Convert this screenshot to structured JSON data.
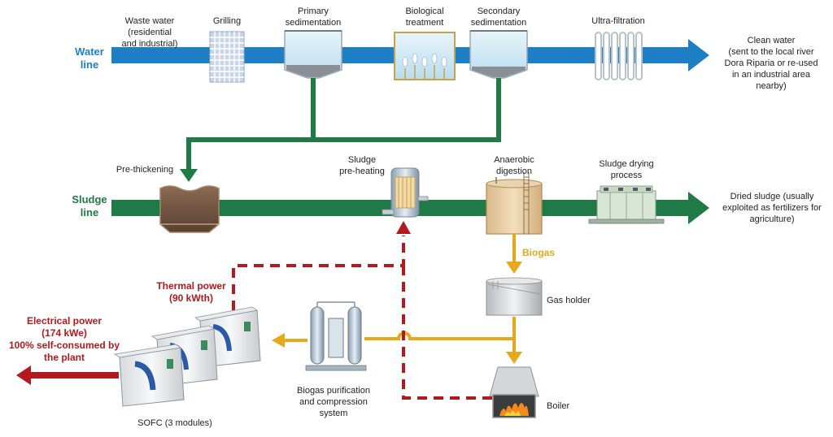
{
  "colors": {
    "water_line": "#1e7fc4",
    "sludge_line": "#1f7a45",
    "biogas": "#e8a81e",
    "thermal_electrical": "#b3191e"
  },
  "lines": {
    "water": "Water\nline",
    "sludge": "Sludge\nline"
  },
  "water_stages": {
    "waste_water": "Waste water\n(residential\nand industrial)",
    "grilling": "Grilling",
    "primary": "Primary\nsedimentation",
    "biological": "Biological\ntreatment",
    "secondary": "Secondary\nsedimentation",
    "ultra": "Ultra-filtration",
    "clean_water": "Clean water\n(sent to the local river\nDora Riparia or re-used\nin an industrial area\nnearby)"
  },
  "sludge_stages": {
    "pre_thickening": "Pre-thickening",
    "pre_heating": "Sludge\npre-heating",
    "anaerobic": "Anaerobic\ndigestion",
    "drying": "Sludge drying\nprocess",
    "dried": "Dried sludge (usually\nexploited as fertilizers for\nagriculture)"
  },
  "biogas_section": {
    "biogas": "Biogas",
    "gas_holder": "Gas holder",
    "boiler": "Boiler",
    "purification": "Biogas purification\nand compression\nsystem"
  },
  "sofc": {
    "thermal": "Thermal power\n(90 kWth)",
    "electrical": "Electrical power\n(174 kWe)\n100% self-consumed by\nthe plant",
    "label": "SOFC (3 modules)"
  }
}
